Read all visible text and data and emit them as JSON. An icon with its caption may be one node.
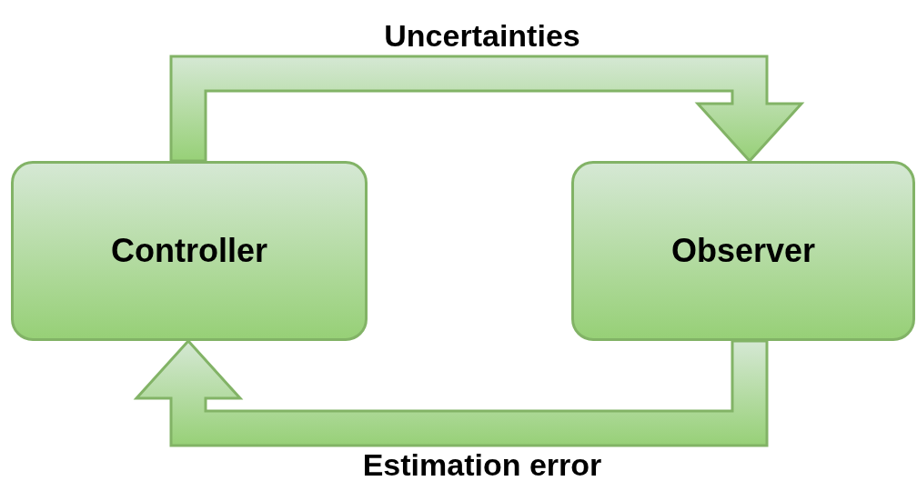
{
  "diagram": {
    "nodes": [
      {
        "text": [
          "Controller"
        ]
      },
      {
        "text": [
          "Observer"
        ]
      }
    ],
    "edges": [
      {
        "from": 0,
        "to": 1,
        "arrow": "to",
        "label": "Uncertainties"
      },
      {
        "from": 1,
        "to": 0,
        "arrow": "to",
        "label": "Estimation error"
      }
    ]
  }
}
